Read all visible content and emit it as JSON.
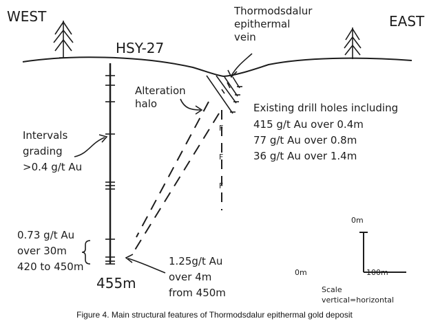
{
  "directions": {
    "west": "WEST",
    "east": "EAST"
  },
  "drill_hole": {
    "name": "HSY-27",
    "depth_label": "455m"
  },
  "vein_label": [
    "Thormodsdalur",
    "epithermal",
    "vein"
  ],
  "alteration_label": [
    "Alteration",
    "halo"
  ],
  "existing_holes": {
    "heading": "Existing drill holes including",
    "intercepts": [
      "415 g/t Au over 0.4m",
      "77 g/t Au over 0.8m",
      "36 g/t Au over 1.4m"
    ]
  },
  "intervals_label": [
    "Intervals",
    "grading",
    ">0.4 g/t Au"
  ],
  "main_intercept": [
    "0.73 g/t Au",
    "over 30m",
    "420 to 450m"
  ],
  "bottom_intercept": [
    "1.25g/t Au",
    "over 4m",
    "from 450m"
  ],
  "fault_marker": "F",
  "scale": {
    "zero_top": "0m",
    "zero_left": "0m",
    "hundred": "100m",
    "title": "Scale",
    "note": "vertical=horizontal"
  },
  "caption": "Figure 4. Main structural features of Thormodsdalur epithermal gold deposit",
  "colors": {
    "ink": "#1c1c1c",
    "background": "#ffffff"
  }
}
